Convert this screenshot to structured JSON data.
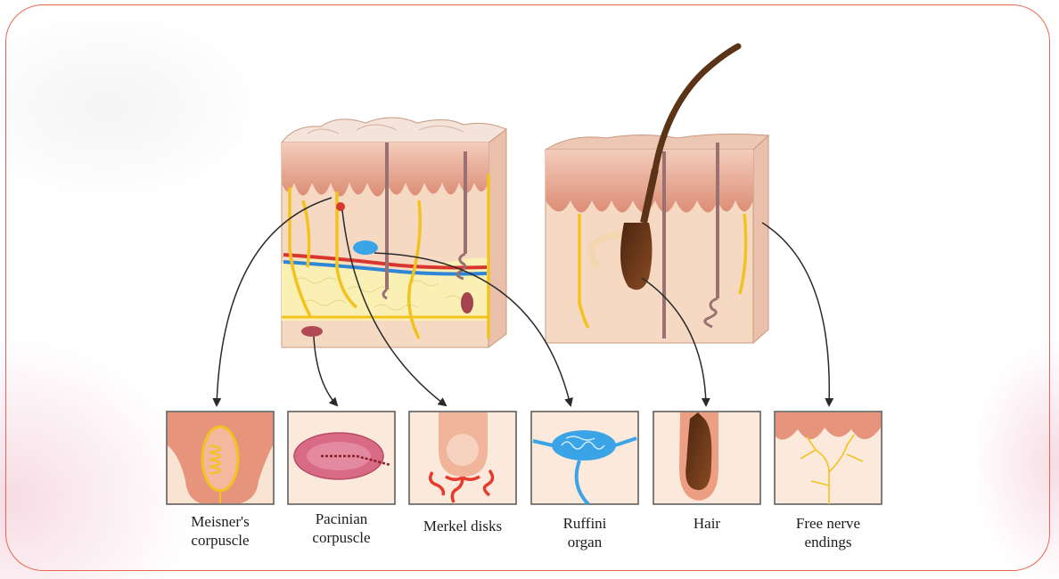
{
  "labels": {
    "meissner": "Meisner's\ncorpuscle",
    "pacinian": "Pacinian\ncorpuscle",
    "merkel": "Merkel disks",
    "ruffini": "Ruffini\norgan",
    "hair": "Hair",
    "free_nerve": "Free nerve\nendings"
  },
  "colors": {
    "frame": "#e8674a",
    "skin": "#f6d9c3",
    "epidermis": "#e8a086",
    "nerve": "#f2c21e",
    "fat": "#fbf0b4",
    "hair": "#6b3a1a",
    "blood_red": "#d8362e",
    "blood_blue": "#2f86d6",
    "ruffini": "#3ba4e6",
    "arrow": "#2a2a2a"
  },
  "icons": [
    "skin-block-glabrous",
    "skin-block-hairy",
    "meissner-corpuscle-icon",
    "pacinian-corpuscle-icon",
    "merkel-disk-icon",
    "ruffini-organ-icon",
    "hair-follicle-icon",
    "free-nerve-ending-icon"
  ]
}
